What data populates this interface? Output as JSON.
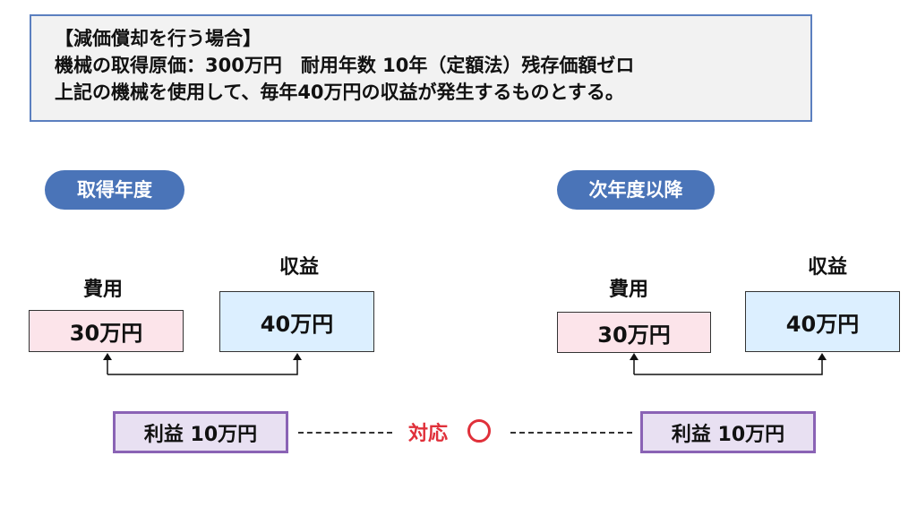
{
  "info": {
    "line1": "【減価償却を行う場合】",
    "line2": "機械の取得原価：300万円　耐用年数 10年（定額法）残存価額ゼロ",
    "line3": "上記の機械を使用して、毎年40万円の収益が発生するものとする。"
  },
  "left": {
    "pill": "取得年度",
    "expense_label": "費用",
    "expense_value": "30万円",
    "revenue_label": "収益",
    "revenue_value": "40万円",
    "profit": "利益 10万円"
  },
  "right": {
    "pill": "次年度以降",
    "expense_label": "費用",
    "expense_value": "30万円",
    "revenue_label": "収益",
    "revenue_value": "40万円",
    "profit": "利益 10万円"
  },
  "match": {
    "label": "対応",
    "symbol": "circle-mark"
  },
  "colors": {
    "pill": "#4a74b8",
    "info_border": "#5b7fbf",
    "expense_fill": "#fce4ea",
    "revenue_fill": "#dcefff",
    "profit_border": "#8a63b5",
    "profit_fill": "#e8e0f2",
    "accent_red": "#e0303a"
  }
}
